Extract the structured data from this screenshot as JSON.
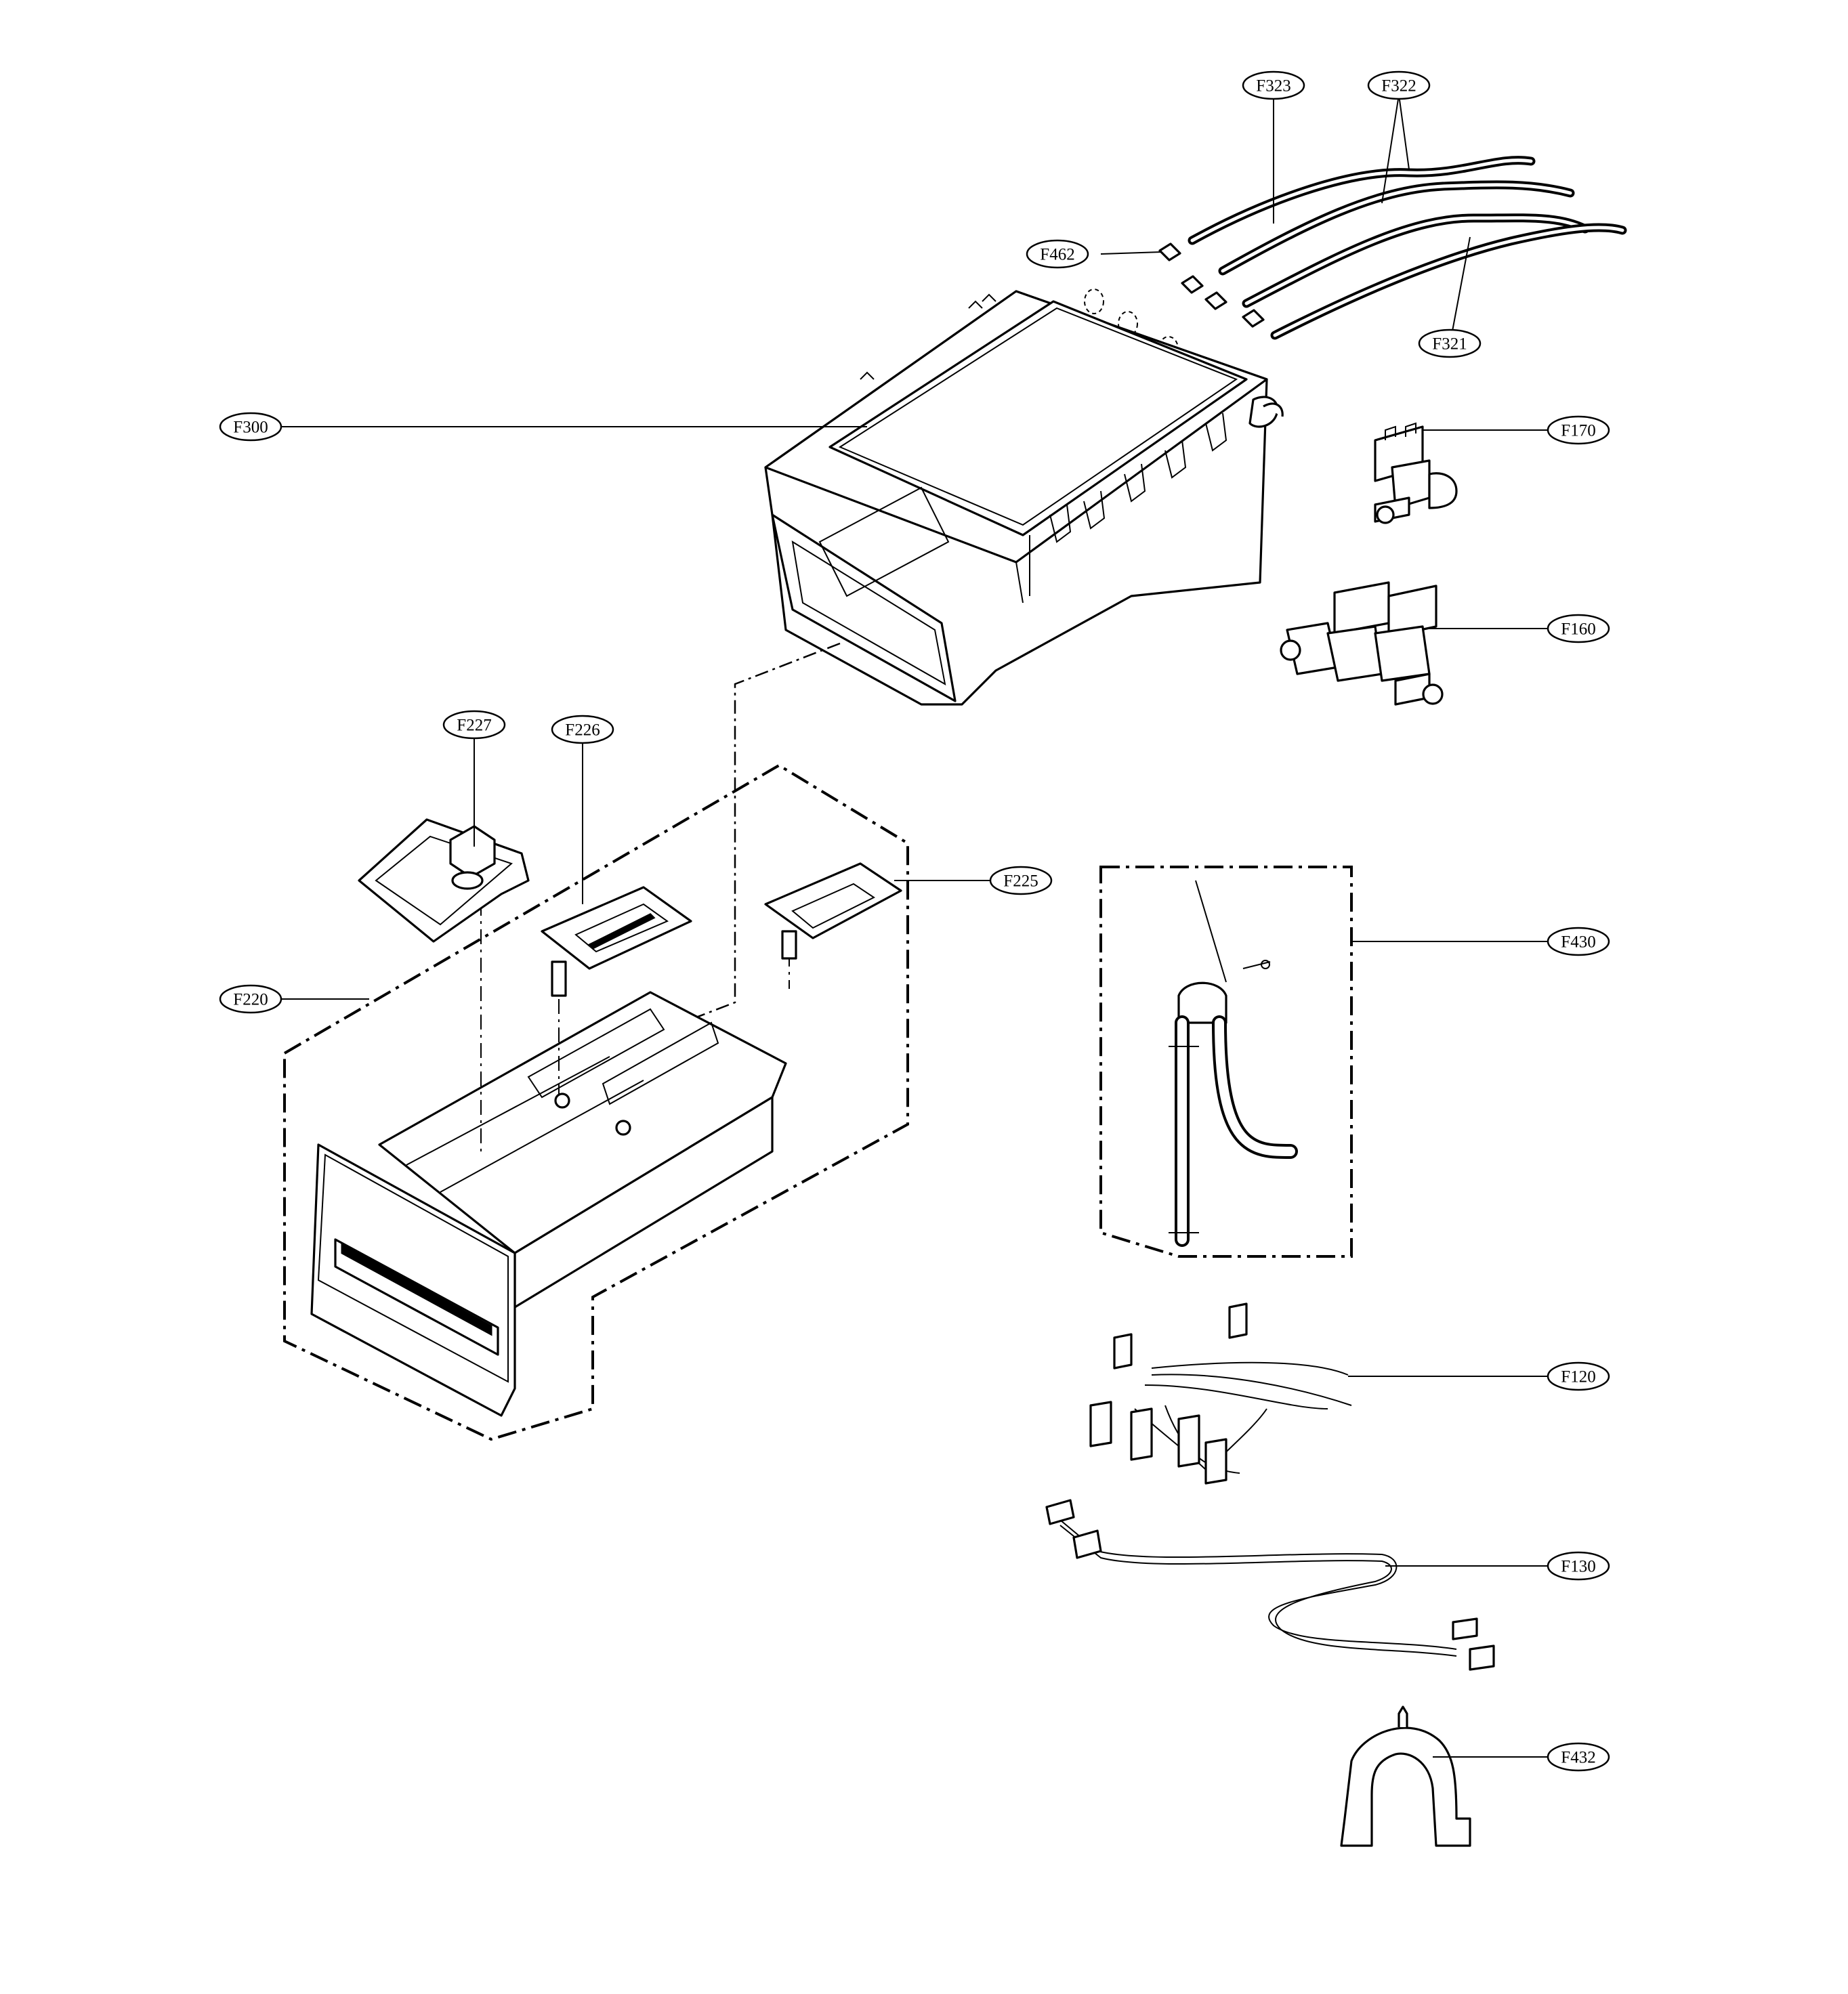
{
  "diagram": {
    "callouts": [
      {
        "id": "F323",
        "label": "F323"
      },
      {
        "id": "F322",
        "label": "F322"
      },
      {
        "id": "F462",
        "label": "F462"
      },
      {
        "id": "F321",
        "label": "F321"
      },
      {
        "id": "F300",
        "label": "F300"
      },
      {
        "id": "F170",
        "label": "F170"
      },
      {
        "id": "F160",
        "label": "F160"
      },
      {
        "id": "F227",
        "label": "F227"
      },
      {
        "id": "F226",
        "label": "F226"
      },
      {
        "id": "F225",
        "label": "F225"
      },
      {
        "id": "F430",
        "label": "F430"
      },
      {
        "id": "F220",
        "label": "F220"
      },
      {
        "id": "F120",
        "label": "F120"
      },
      {
        "id": "F130",
        "label": "F130"
      },
      {
        "id": "F432",
        "label": "F432"
      }
    ]
  }
}
